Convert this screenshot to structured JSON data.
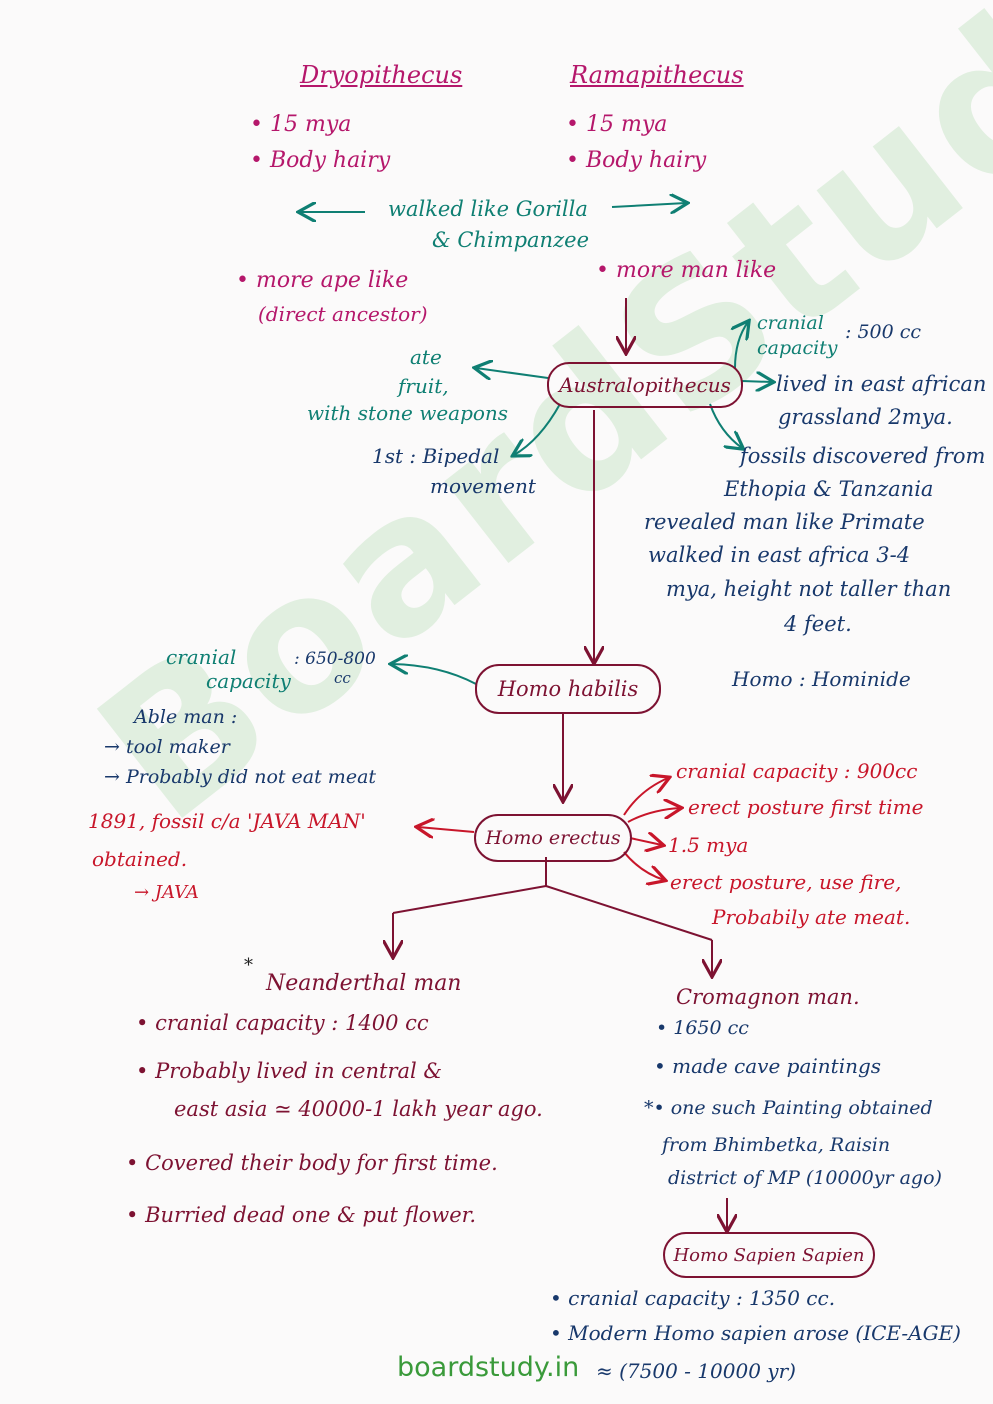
{
  "watermark": "BoardStudy",
  "footer": "boardstudy.in",
  "dryopithecus": {
    "title": "Dryopithecus",
    "p1": "15 mya",
    "p2": "Body hairy",
    "note1": "more ape like",
    "note2": "(direct ancestor)"
  },
  "ramapithecus": {
    "title": "Ramapithecus",
    "p1": "15 mya",
    "p2": "Body hairy",
    "note1": "more man like"
  },
  "shared": {
    "l1": "walked like Gorilla",
    "l2": "& Chimpanzee"
  },
  "australopithecus": {
    "label": "Australopithecus",
    "ate1": "ate",
    "ate2": "fruit,",
    "ate3": "with stone weapons",
    "bip1": "1st : Bipedal",
    "bip2": "movement",
    "cran1": "cranial",
    "cran2": "capacity",
    "cran_val": ": 500 cc",
    "lived1": "lived in east african",
    "lived2": "grassland 2mya.",
    "f1": "fossils discovered from",
    "f2": "Ethopia & Tanzania",
    "f3": "revealed man like Primate",
    "f4": "walked in east africa 3-4",
    "f5": "mya, height not taller than",
    "f6": "4 feet."
  },
  "homo_habilis": {
    "label": "Homo habilis",
    "cran1": "cranial",
    "cran2": "capacity",
    "cran_val": ": 650-800",
    "cran_unit": "cc",
    "able": "Able man :",
    "a1": "→ tool maker",
    "a2": "→ Probably did not eat meat"
  },
  "homo_note": "Homo : Hominide",
  "homo_erectus": {
    "label": "Homo erectus",
    "java1": "1891, fossil c/a 'JAVA MAN'",
    "java2": "obtained.",
    "java3": "→ JAVA",
    "c1": "cranial capacity : 900cc",
    "c2": "erect posture first time",
    "c3": "1.5 mya",
    "c4": "erect posture, use fire,",
    "c5": "Probabily ate meat."
  },
  "neanderthal": {
    "star": "*",
    "title": "Neanderthal man",
    "b1": "cranial capacity : 1400 cc",
    "b2a": "Probably lived in central &",
    "b2b": "east asia ≃ 40000-1 lakh year ago.",
    "b3": "Covered their body for first time.",
    "b4": "Burried dead one & put flower."
  },
  "cromagnon": {
    "title": "Cromagnon man.",
    "b1": "1650 cc",
    "b2": "made cave paintings",
    "b3a": "*• one such Painting obtained",
    "b3b": "from Bhimbetka, Raisin",
    "b3c": "district of MP (10000yr ago)"
  },
  "sapiens": {
    "label": "Homo Sapien Sapien",
    "b1": "cranial capacity : 1350 cc.",
    "b2": "Modern Homo sapien arose (ICE-AGE)",
    "b3": "≈ (7500 - 10000 yr)"
  }
}
